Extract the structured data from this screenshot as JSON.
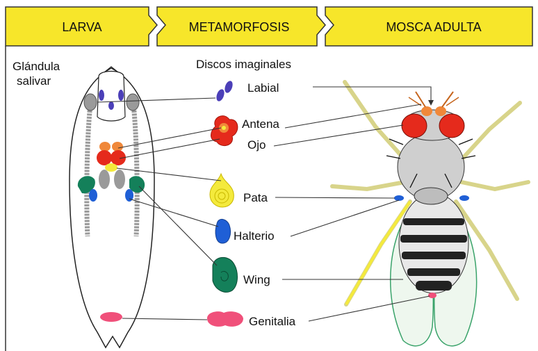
{
  "header": {
    "stage_1": "LARVA",
    "stage_2": "METAMORFOSIS",
    "stage_3": "MOSCA ADULTA"
  },
  "labels": {
    "salivary_line1": "Glándula",
    "salivary_line2": "salivar",
    "imaginal_discs": "Discos imaginales",
    "labial": "Labial",
    "antenna": "Antena",
    "eye": "Ojo",
    "leg": "Pata",
    "haltere": "Halterio",
    "wing": "Wing",
    "genitalia": "Genitalia"
  },
  "colors": {
    "header_bg": "#f7e62a",
    "labial": "#4b3fb8",
    "antenna": "#f0883a",
    "eye": "#e52a1c",
    "leg": "#f4ea3c",
    "haltere": "#1f5fd6",
    "wing": "#14805a",
    "genitalia": "#f0507a",
    "larva_gray": "#9a9a9a"
  }
}
